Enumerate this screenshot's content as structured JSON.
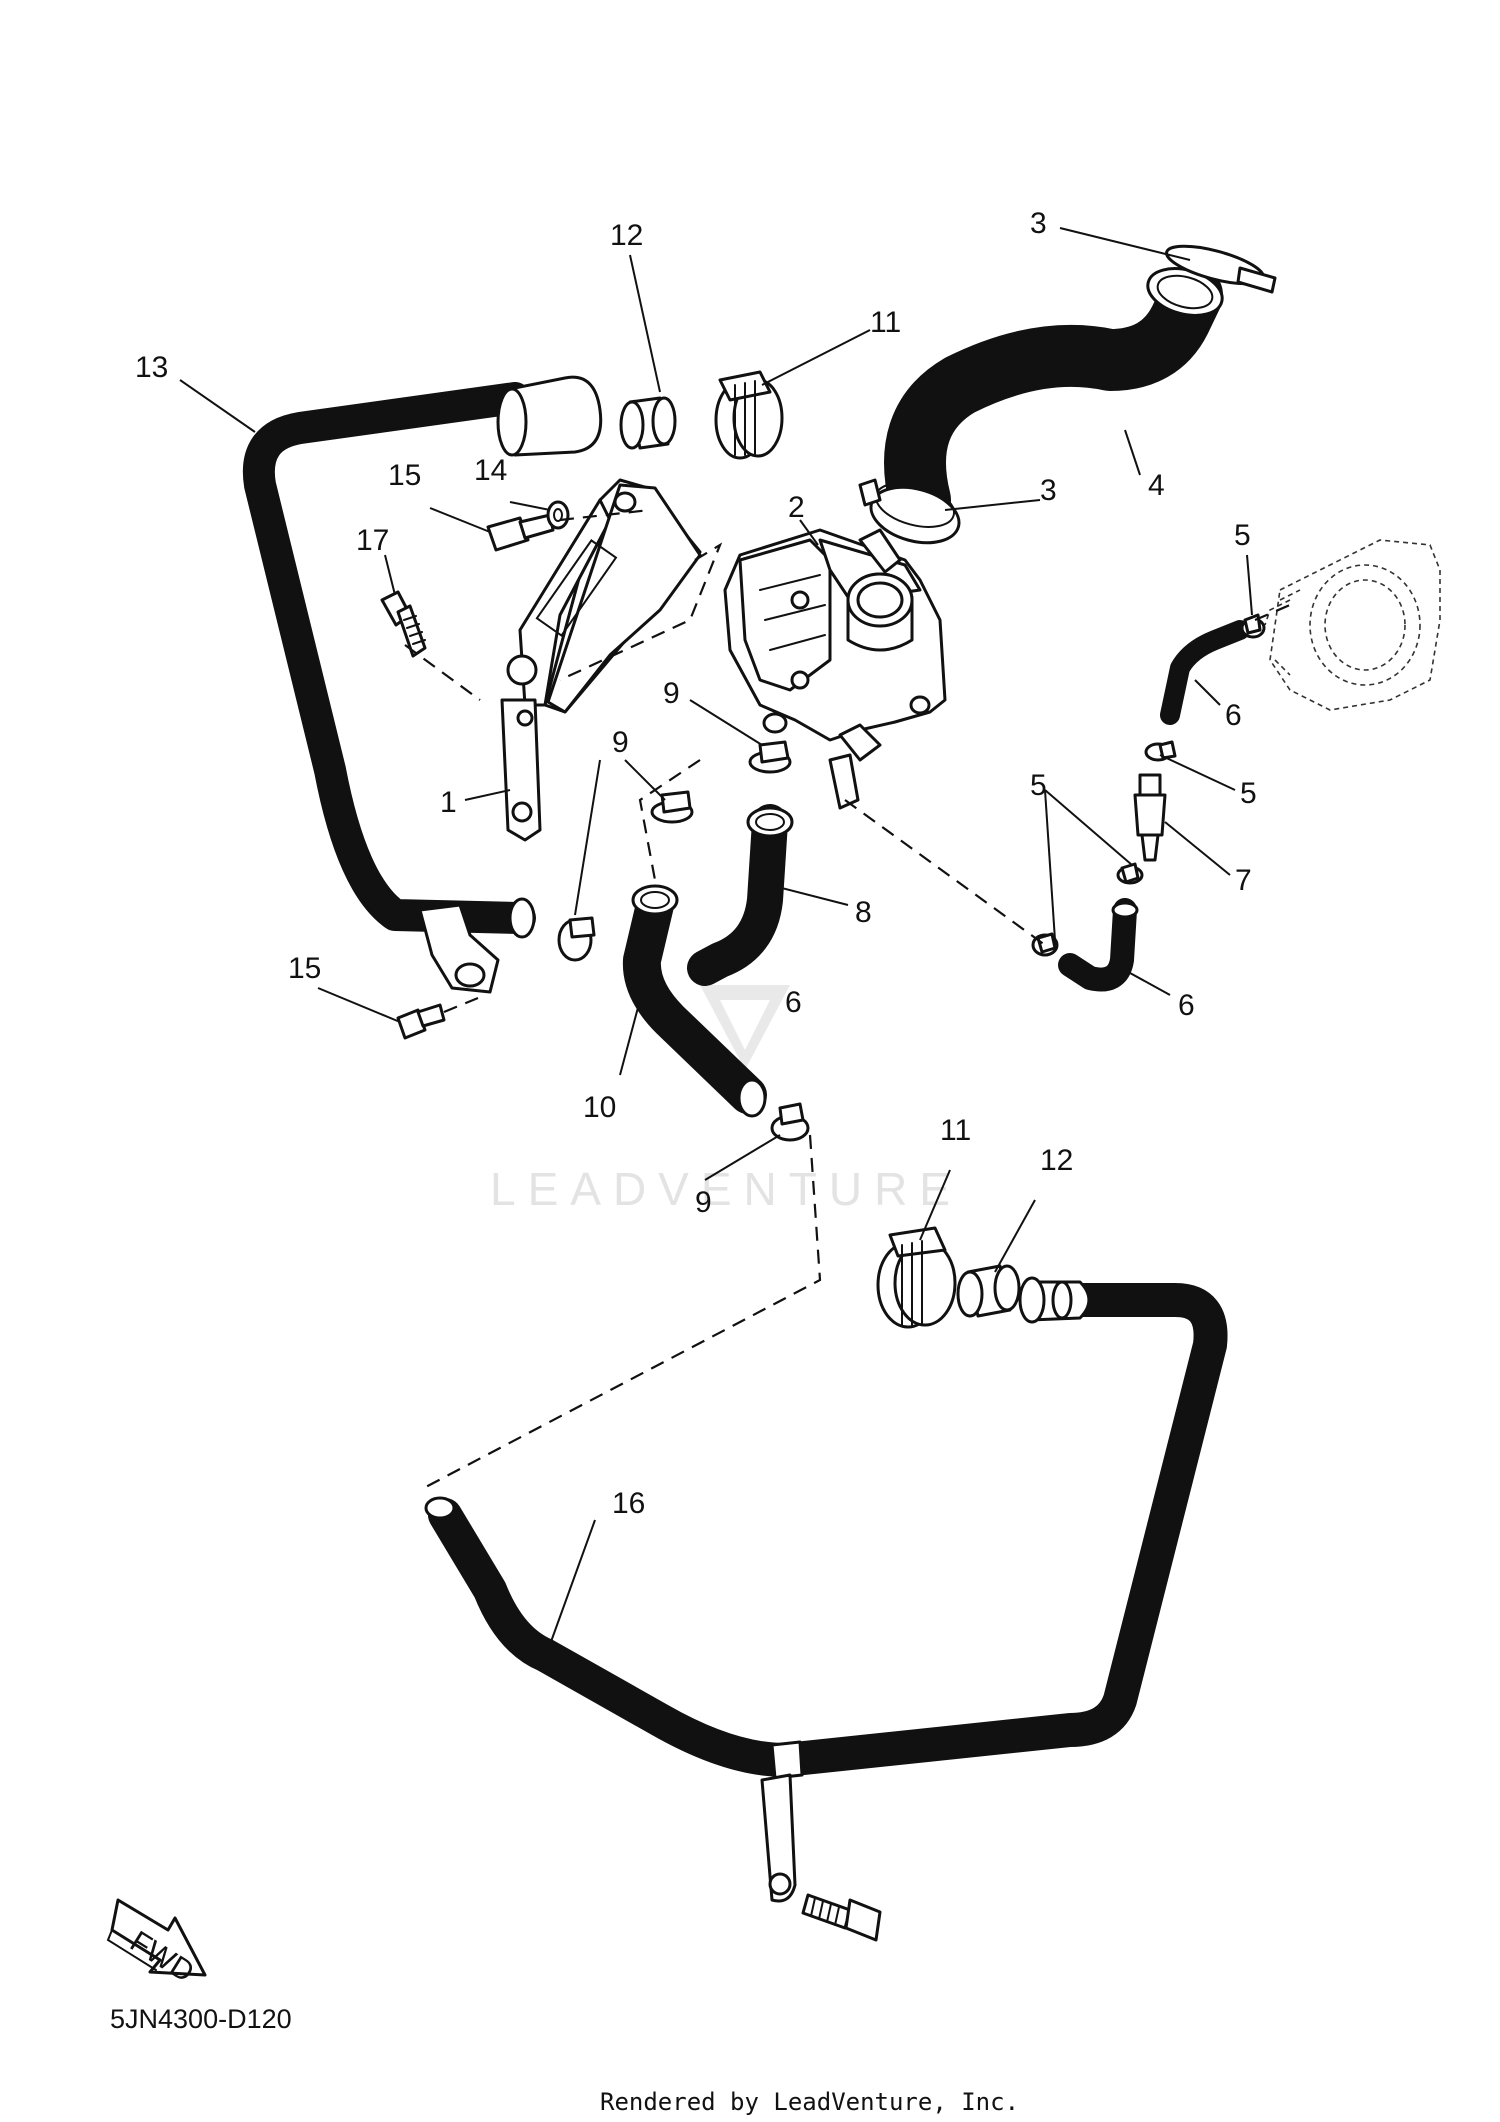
{
  "diagram": {
    "watermark": "LEADVENTURE",
    "drawing_code": "5JN4300-D120",
    "footer": "Rendered by LeadVenture, Inc.",
    "fwd_label": "FWD",
    "callouts": [
      {
        "id": "c-3a",
        "label": "3"
      },
      {
        "id": "c-12a",
        "label": "12"
      },
      {
        "id": "c-11a",
        "label": "11"
      },
      {
        "id": "c-13",
        "label": "13"
      },
      {
        "id": "c-4",
        "label": "4"
      },
      {
        "id": "c-3b",
        "label": "3"
      },
      {
        "id": "c-15a",
        "label": "15"
      },
      {
        "id": "c-14",
        "label": "14"
      },
      {
        "id": "c-2",
        "label": "2"
      },
      {
        "id": "c-17",
        "label": "17"
      },
      {
        "id": "c-5a",
        "label": "5"
      },
      {
        "id": "c-9a",
        "label": "9"
      },
      {
        "id": "c-9b",
        "label": "9"
      },
      {
        "id": "c-6a",
        "label": "6"
      },
      {
        "id": "c-5b",
        "label": "5"
      },
      {
        "id": "c-1",
        "label": "1"
      },
      {
        "id": "c-5c",
        "label": "5"
      },
      {
        "id": "c-7",
        "label": "7"
      },
      {
        "id": "c-8",
        "label": "8"
      },
      {
        "id": "c-15b",
        "label": "15"
      },
      {
        "id": "c-6b",
        "label": "6"
      },
      {
        "id": "c-6c",
        "label": "6"
      },
      {
        "id": "c-10",
        "label": "10"
      },
      {
        "id": "c-11b",
        "label": "11"
      },
      {
        "id": "c-12b",
        "label": "12"
      },
      {
        "id": "c-9c",
        "label": "9"
      },
      {
        "id": "c-16",
        "label": "16"
      }
    ]
  }
}
